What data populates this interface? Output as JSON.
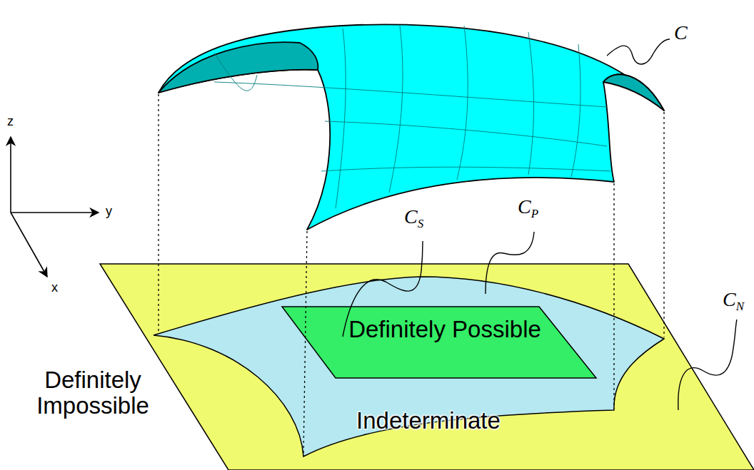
{
  "diagram": {
    "nodes": [
      {
        "text": [
          "Definitely Impossible"
        ]
      },
      {
        "text": [
          "Indeterminate"
        ],
        "in": 0
      },
      {
        "text": [
          "Definitely Possible"
        ],
        "in": 1
      }
    ],
    "labels": [
      "C",
      "CS",
      "CP",
      "CN",
      "z",
      "y",
      "x"
    ]
  }
}
